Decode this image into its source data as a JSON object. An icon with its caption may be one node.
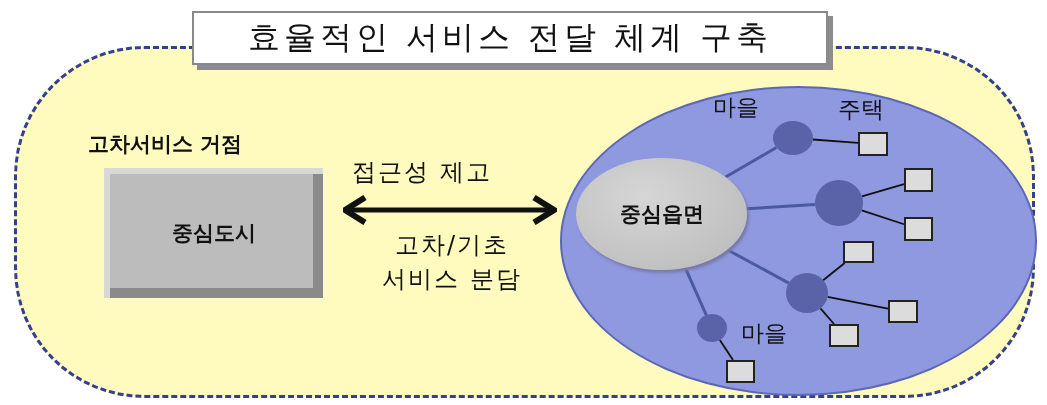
{
  "diagram": {
    "title": "효율적인 서비스 전달 체계 구축",
    "nodes": [
      {
        "text": [],
        "shape": "box"
      },
      {
        "text": [
          "중심도시"
        ],
        "in": 0,
        "beside": [
          "고차서비스 거점"
        ]
      },
      {
        "text": [],
        "shape": "circle",
        "in": 0
      },
      {
        "text": [
          "중심읍면"
        ],
        "in": 2
      },
      {
        "text": [],
        "shape": "circle",
        "in": 2,
        "beside": [
          "마을"
        ]
      },
      {
        "text": [],
        "shape": "circle",
        "in": 2
      },
      {
        "text": [],
        "shape": "circle",
        "in": 2
      },
      {
        "text": [],
        "shape": "circle",
        "in": 2,
        "beside": [
          "마을"
        ]
      },
      {
        "text": [],
        "shape": "box",
        "in": 2,
        "beside": [
          "주택"
        ]
      },
      {
        "text": [],
        "shape": "box",
        "in": 2
      },
      {
        "text": [],
        "shape": "box",
        "in": 2
      },
      {
        "text": [],
        "shape": "box",
        "in": 2
      },
      {
        "text": [],
        "shape": "box",
        "in": 2
      },
      {
        "text": [],
        "shape": "box",
        "in": 2
      },
      {
        "text": [],
        "shape": "box",
        "in": 2
      }
    ],
    "edges": [
      {
        "from": 1,
        "to": 3,
        "arrow": "both",
        "label": "접근성 제고",
        "style": "thick"
      },
      {
        "from": 3,
        "to": 4,
        "arrow": "none",
        "color": "#4a5aa0"
      },
      {
        "from": 3,
        "to": 5,
        "arrow": "none",
        "color": "#4a5aa0"
      },
      {
        "from": 3,
        "to": 6,
        "arrow": "none",
        "color": "#4a5aa0"
      },
      {
        "from": 3,
        "to": 7,
        "arrow": "none",
        "color": "#4a5aa0"
      },
      {
        "from": 4,
        "to": 8,
        "arrow": "none"
      },
      {
        "from": 5,
        "to": 9,
        "arrow": "none"
      },
      {
        "from": 5,
        "to": 10,
        "arrow": "none"
      },
      {
        "from": 6,
        "to": 11,
        "arrow": "none"
      },
      {
        "from": 6,
        "to": 12,
        "arrow": "none"
      },
      {
        "from": 6,
        "to": 13,
        "arrow": "none"
      },
      {
        "from": 7,
        "to": 14,
        "arrow": "none"
      }
    ],
    "labels": [
      "고차/기초 서비스 분담"
    ]
  }
}
